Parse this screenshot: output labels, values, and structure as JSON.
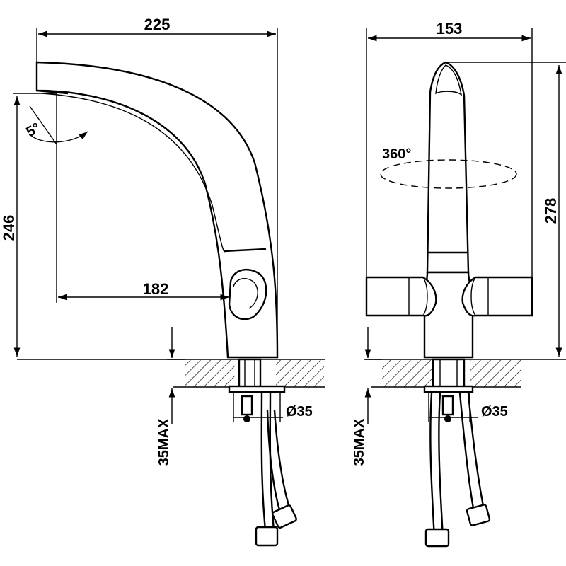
{
  "colors": {
    "line": "#000000",
    "background": "#ffffff"
  },
  "side_view": {
    "width_label": "225",
    "height_label": "246",
    "reach_label": "182",
    "angle_label": "5°",
    "hole_label": "Ø35",
    "thickness_label": "35MAX"
  },
  "front_view": {
    "width_label": "153",
    "height_label": "278",
    "rotation_label": "360°",
    "hole_label": "Ø35",
    "thickness_label": "35MAX"
  }
}
